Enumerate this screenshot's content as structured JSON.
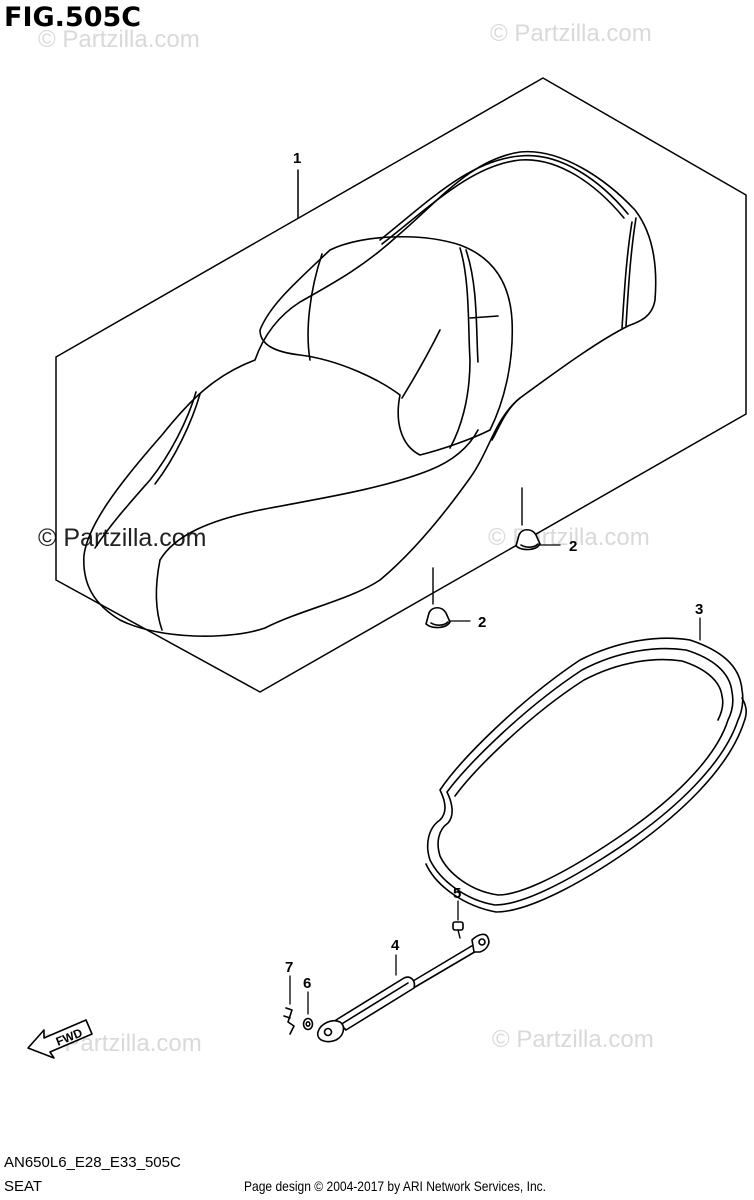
{
  "figure": {
    "title": "FIG.505C",
    "model_code": "AN650L6_E28_E33_505C",
    "section_name": "SEAT",
    "credit": "Page design © 2004-2017 by ARI Network Services, Inc.",
    "fwd_label": "FWD"
  },
  "watermarks": {
    "text": "© Partzilla.com"
  },
  "callouts": [
    {
      "number": "1",
      "part": "seat"
    },
    {
      "number": "2",
      "part": "cushion-front"
    },
    {
      "number": "2",
      "part": "cushion-rear"
    },
    {
      "number": "3",
      "part": "seal"
    },
    {
      "number": "4",
      "part": "damper"
    },
    {
      "number": "5",
      "part": "bolt"
    },
    {
      "number": "6",
      "part": "washer"
    },
    {
      "number": "7",
      "part": "clip"
    }
  ],
  "colors": {
    "line": "#000000",
    "watermark": "#d9d9d9"
  }
}
